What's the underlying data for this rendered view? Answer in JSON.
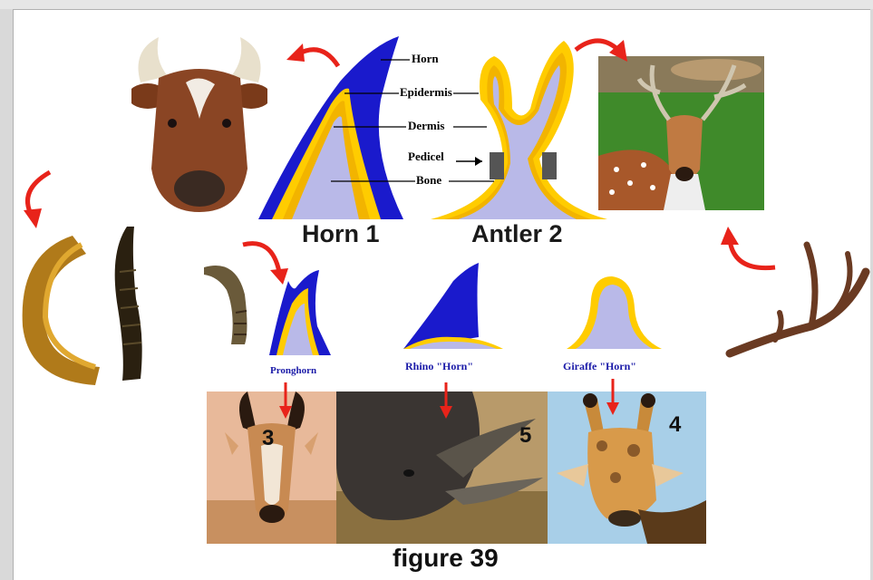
{
  "labels": {
    "horn": "Horn",
    "epidermis": "Epidermis",
    "dermis": "Dermis",
    "pedicel": "Pedicel",
    "bone": "Bone"
  },
  "captions": {
    "horn_title": "Horn 1",
    "antler_title": "Antler 2",
    "pronghorn": "Pronghorn",
    "rhino": "Rhino \"Horn\"",
    "giraffe": "Giraffe \"Horn\""
  },
  "numbers": {
    "pronghorn": "3",
    "rhino": "5",
    "giraffe": "4"
  },
  "figure_caption": "figure 39",
  "colors": {
    "horn_blue": "#1a1acc",
    "epidermis_yellow": "#ffcc00",
    "dermis_gold": "#f2b400",
    "bone_lavender": "#b9b9e8",
    "arrow_red": "#e8231a",
    "pedicel_gray": "#555555"
  }
}
